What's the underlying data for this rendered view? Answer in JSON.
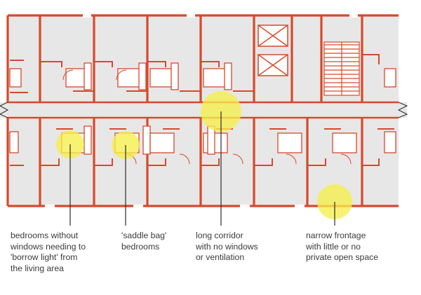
{
  "colors": {
    "wall": "#d7492c",
    "floor": "#e7e7e7",
    "highlight": "#f6ee4a",
    "leader": "#2b2b2b",
    "text": "#3b3b3b",
    "fixture": "#d7492c"
  },
  "annotations": [
    {
      "id": "borrow-light",
      "text": "bedrooms without\nwindows needing to\n'borrow light' from\nthe living area"
    },
    {
      "id": "saddle-bag",
      "text": "'saddle bag'\nbedrooms"
    },
    {
      "id": "long-corridor",
      "text": "long corridor\nwith no windows\nor ventilation"
    },
    {
      "id": "narrow-frontage",
      "text": "narrow frontage\nwith little or no\nprivate open space"
    }
  ]
}
